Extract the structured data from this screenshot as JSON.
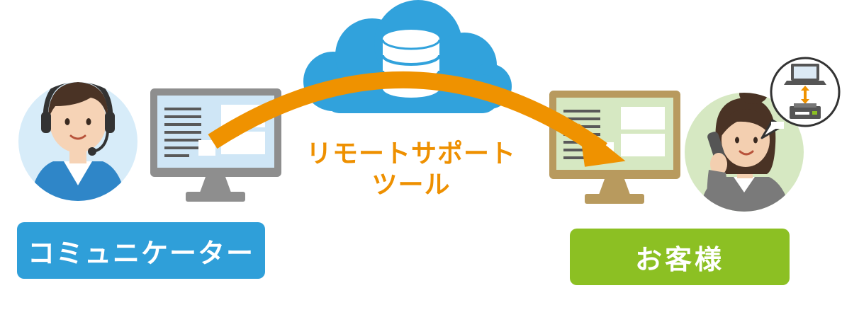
{
  "tool_label": {
    "line1": "リモートサポート",
    "line2": "ツール"
  },
  "left_label": "コミュニケーター",
  "right_label": "お客様",
  "colors": {
    "arrow": "#ef9200",
    "cloud": "#31a2dc",
    "left_box": "#2f9fd9",
    "right_box": "#8cc023",
    "left_monitor": "#8e8e8e",
    "right_monitor": "#b89a5e"
  },
  "icons": [
    "headset-operator",
    "cloud-database",
    "monitor",
    "customer-phone",
    "laptop-printer-bubble"
  ]
}
